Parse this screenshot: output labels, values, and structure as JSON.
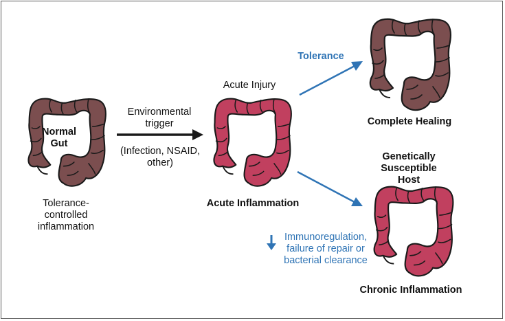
{
  "colors": {
    "healthy": "#7b4e4f",
    "inflamed": "#c1405f",
    "arrow_blue": "#2f74b5",
    "arrow_black": "#1a1a1a"
  },
  "normal_gut": {
    "title_line1": "Normal",
    "title_line2": "Gut",
    "caption_line1": "Tolerance-",
    "caption_line2": "controlled",
    "caption_line3": "inflammation"
  },
  "trigger": {
    "line1": "Environmental",
    "line2": "trigger",
    "line3": "(Infection, NSAID,",
    "line4": "other)"
  },
  "acute": {
    "top_label": "Acute Injury",
    "bottom_label": "Acute Inflammation"
  },
  "tolerance": {
    "label": "Tolerance",
    "outcome": "Complete Healing"
  },
  "susceptible": {
    "line1": "Genetically",
    "line2": "Susceptible",
    "line3": "Host",
    "outcome": "Chronic Inflammation"
  },
  "failure": {
    "arrow_icon": "down-arrow-icon",
    "line1": "Immunoregulation,",
    "line2": "failure of repair or",
    "line3": "bacterial clearance"
  }
}
